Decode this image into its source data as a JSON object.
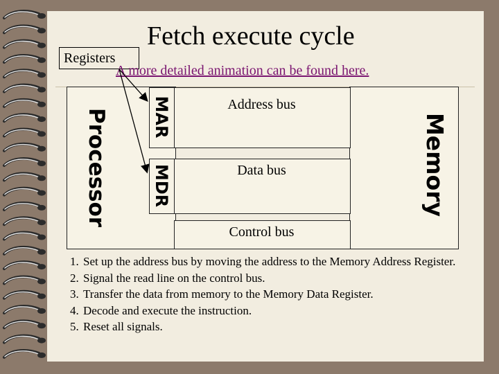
{
  "slide": {
    "title": "Fetch execute cycle",
    "registers_label": "Registers",
    "link_text": "A more detailed animation can be found here.",
    "link_color": "#7a1470"
  },
  "diagram": {
    "processor_label": "Processor",
    "memory_label": "Memory",
    "mar_label": "MAR",
    "mdr_label": "MDR",
    "address_bus": "Address bus",
    "data_bus": "Data bus",
    "control_bus": "Control bus"
  },
  "steps": [
    "Set up the address bus by moving the address to the Memory Address Register.",
    "Signal the read line on the control bus.",
    "Transfer the data from memory to the Memory Data Register.",
    " Decode and execute the instruction.",
    " Reset all signals."
  ]
}
